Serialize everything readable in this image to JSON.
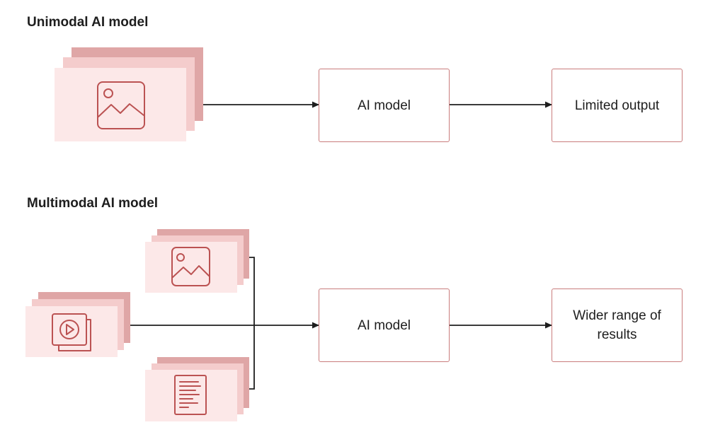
{
  "unimodal": {
    "title": "Unimodal AI model",
    "input_icon": "image-icon",
    "model_label": "AI model",
    "output_label": "Limited output"
  },
  "multimodal": {
    "title": "Multimodal AI model",
    "input_icons": [
      "image-icon",
      "video-icon",
      "document-icon"
    ],
    "model_label": "AI model",
    "output_label": "Wider range of results"
  },
  "colors": {
    "card_back": "#dfa6a6",
    "card_mid": "#f4cccc",
    "card_front": "#fce8e8",
    "icon_stroke": "#bb5252",
    "box_border": "#c97c7c",
    "arrow": "#1e1e1e"
  }
}
